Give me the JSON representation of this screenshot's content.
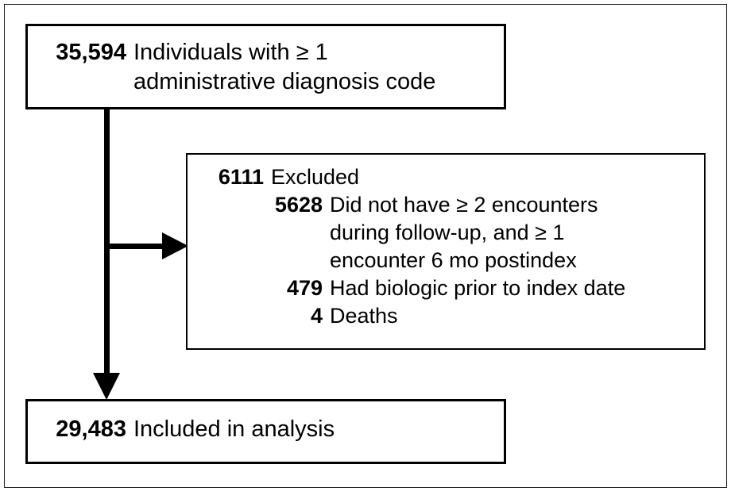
{
  "figure": {
    "type": "participant-flow-diagram",
    "colors": {
      "ink": "#000000",
      "frame": "#231f20",
      "background": "#ffffff"
    }
  },
  "boxes": {
    "enrolled": {
      "rows": [
        {
          "number": "35,594",
          "text": "Individuals with ≥ 1\nadministrative diagnosis code"
        }
      ]
    },
    "excluded": {
      "rows": [
        {
          "number": "6111",
          "text": "Excluded",
          "indent": false
        },
        {
          "number": "5628",
          "text": "Did not have ≥ 2 encounters\nduring follow-up, and ≥ 1\nencounter 6 mo postindex",
          "indent": true
        },
        {
          "number": "479",
          "text": "Had biologic prior to index date",
          "indent": true
        },
        {
          "number": "4",
          "text": "Deaths",
          "indent": true
        }
      ]
    },
    "included": {
      "rows": [
        {
          "number": "29,483",
          "text": "Included in analysis"
        }
      ]
    }
  },
  "connectors": {
    "trunk": "vertical-line-enrolled-to-included",
    "branch": "horizontal-line-to-excluded",
    "arrow_down": "arrowhead-down",
    "arrow_right": "arrowhead-right"
  }
}
